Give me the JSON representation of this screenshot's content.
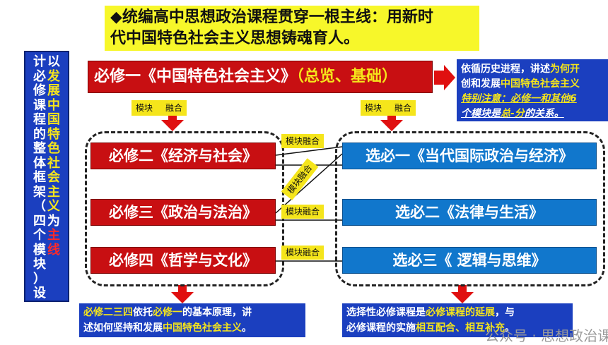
{
  "title": {
    "line1": "◆统编高中思想政治课程贯穿一根主线：用新时",
    "line2": "代中国特色社会主义思想铸魂育人。"
  },
  "side_label": {
    "col1": [
      "以",
      "发",
      "展",
      "中",
      "国",
      "特",
      "色",
      "社",
      "会",
      "主",
      "义",
      "为",
      "主",
      "线"
    ],
    "col2": [
      "计",
      "必",
      "修",
      "课",
      "程",
      "的",
      "整",
      "体",
      "框",
      "架",
      "（",
      "四",
      "个",
      "模",
      "块",
      "）",
      "设"
    ]
  },
  "required_1": {
    "prefix": "必修一《中国特色社会主义》",
    "suffix": "（总览、基础）"
  },
  "note_top": {
    "line1a": "依循历史进程，讲述",
    "line1b": "为何开",
    "line2a": "创和发展",
    "line2b": "中国特色社会主义",
    "line3": "特别注意：必修一和其他6",
    "line4a": "个模块是",
    "line4b": "总-分",
    "line4c": "的关系。"
  },
  "module_fusion_left": {
    "a": "模块",
    "b": "融合"
  },
  "module_fusion_right": {
    "a": "模块",
    "b": "融合"
  },
  "required": [
    "必修二《经济与社会》",
    "必修三《政治与法治》",
    "必修四《哲学与文化》"
  ],
  "elective": [
    "选必一《当代国际政治与经济》",
    "选必二《法律与生活》",
    "选必三《 逻辑与思维》"
  ],
  "fusion_labels": [
    "模块融合",
    "模块融合",
    "模块融合",
    "模块融合"
  ],
  "note_bottom_left": {
    "line1a": "必修二三四",
    "line1b": "依托",
    "line1c": "必修一",
    "line1d": "的基本原理，讲",
    "line2a": "述如何坚持和发展",
    "line2b": "中国特色社会主义",
    "line2c": "。"
  },
  "note_bottom_right": {
    "line1a": "选择性必修课程是",
    "line1b": "必修课程的延展",
    "line1c": "，与",
    "line2a": "必修课程的实施",
    "line2b": "相互配合、相互补充",
    "line2c": "。"
  },
  "watermark": "公众号 · 思想政治课",
  "colors": {
    "title_bg": "#f7f72a",
    "required_red": "#c80f12",
    "elective_blue": "#1177cc",
    "note_blue": "#1b3fbf",
    "highlight_yellow": "#f5e51b",
    "arrow_red": "#e01010"
  }
}
